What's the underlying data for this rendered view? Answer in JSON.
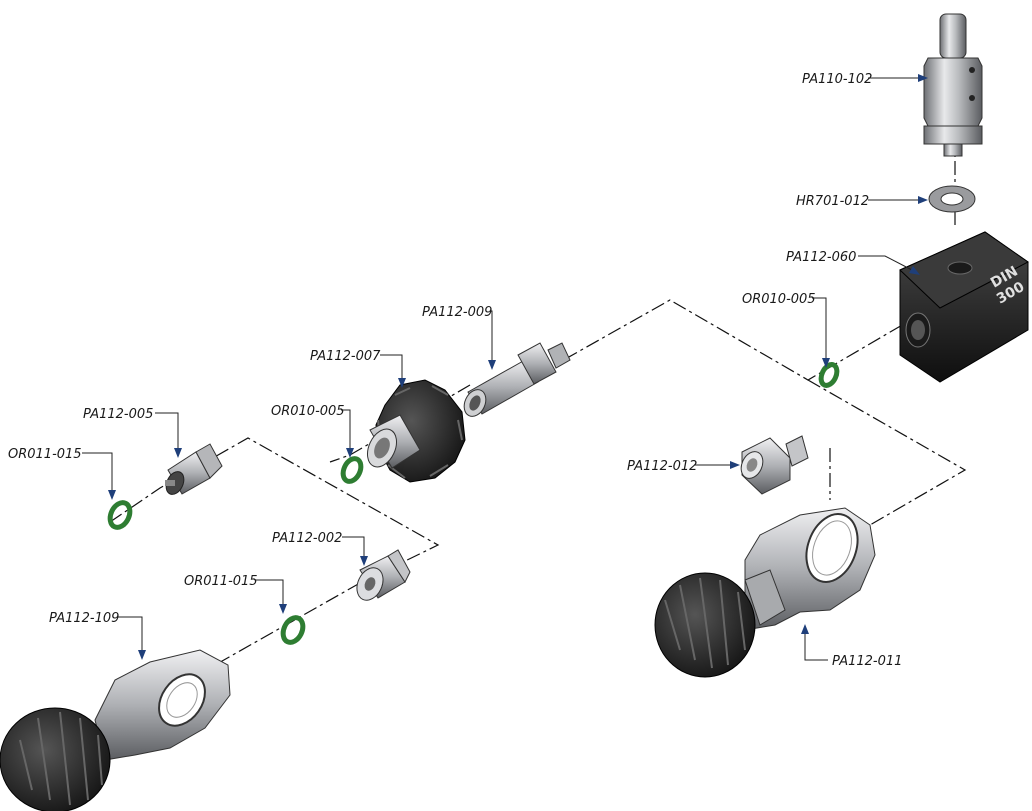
{
  "diagram": {
    "parts": [
      {
        "key": "pa110_102",
        "label": "PA110-102"
      },
      {
        "key": "hr701_012",
        "label": "HR701-012"
      },
      {
        "key": "pa112_060",
        "label": "PA112-060"
      },
      {
        "key": "or010_005_right",
        "label": "OR010-005"
      },
      {
        "key": "pa112_009",
        "label": "PA112-009"
      },
      {
        "key": "pa112_007",
        "label": "PA112-007"
      },
      {
        "key": "or010_005_mid",
        "label": "OR010-005"
      },
      {
        "key": "pa112_005",
        "label": "PA112-005"
      },
      {
        "key": "or011_015_left",
        "label": "OR011-015"
      },
      {
        "key": "pa112_012",
        "label": "PA112-012"
      },
      {
        "key": "pa112_002",
        "label": "PA112-002"
      },
      {
        "key": "or011_015_mid",
        "label": "OR011-015"
      },
      {
        "key": "pa112_109",
        "label": "PA112-109"
      },
      {
        "key": "pa112_011",
        "label": "PA112-011"
      }
    ],
    "block_marking": {
      "line1": "DIN",
      "line2": "300"
    }
  }
}
